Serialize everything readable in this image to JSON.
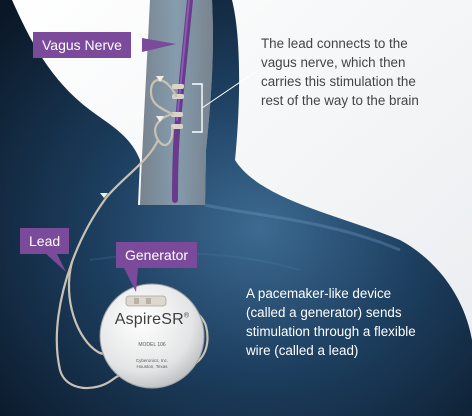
{
  "colors": {
    "label_background": "#7b4a9a",
    "background_light": "#f4f4f4",
    "body_dark": "#0e1f33",
    "nerve": "#6a3a8c",
    "lead_wire": "#c9c2b4",
    "caption_text_dark": "#444444",
    "caption_text_light": "#ffffff"
  },
  "labels": {
    "vagus_nerve": "Vagus Nerve",
    "lead": "Lead",
    "generator": "Generator"
  },
  "captions": {
    "lead_connection": [
      "The lead connects to the",
      "vagus nerve, which then",
      "carries this stimulation the",
      "rest of the way to the brain"
    ],
    "generator_description": [
      "A pacemaker-like device",
      "(called a generator) sends",
      "stimulation through a flexible",
      "wire (called a lead)"
    ]
  },
  "device": {
    "brand": "AspireSR",
    "brand_mark": "®",
    "model": "MODEL 106",
    "manufacturer_lines": [
      "Cyberonics, Inc.",
      "Houston, Texas"
    ]
  }
}
